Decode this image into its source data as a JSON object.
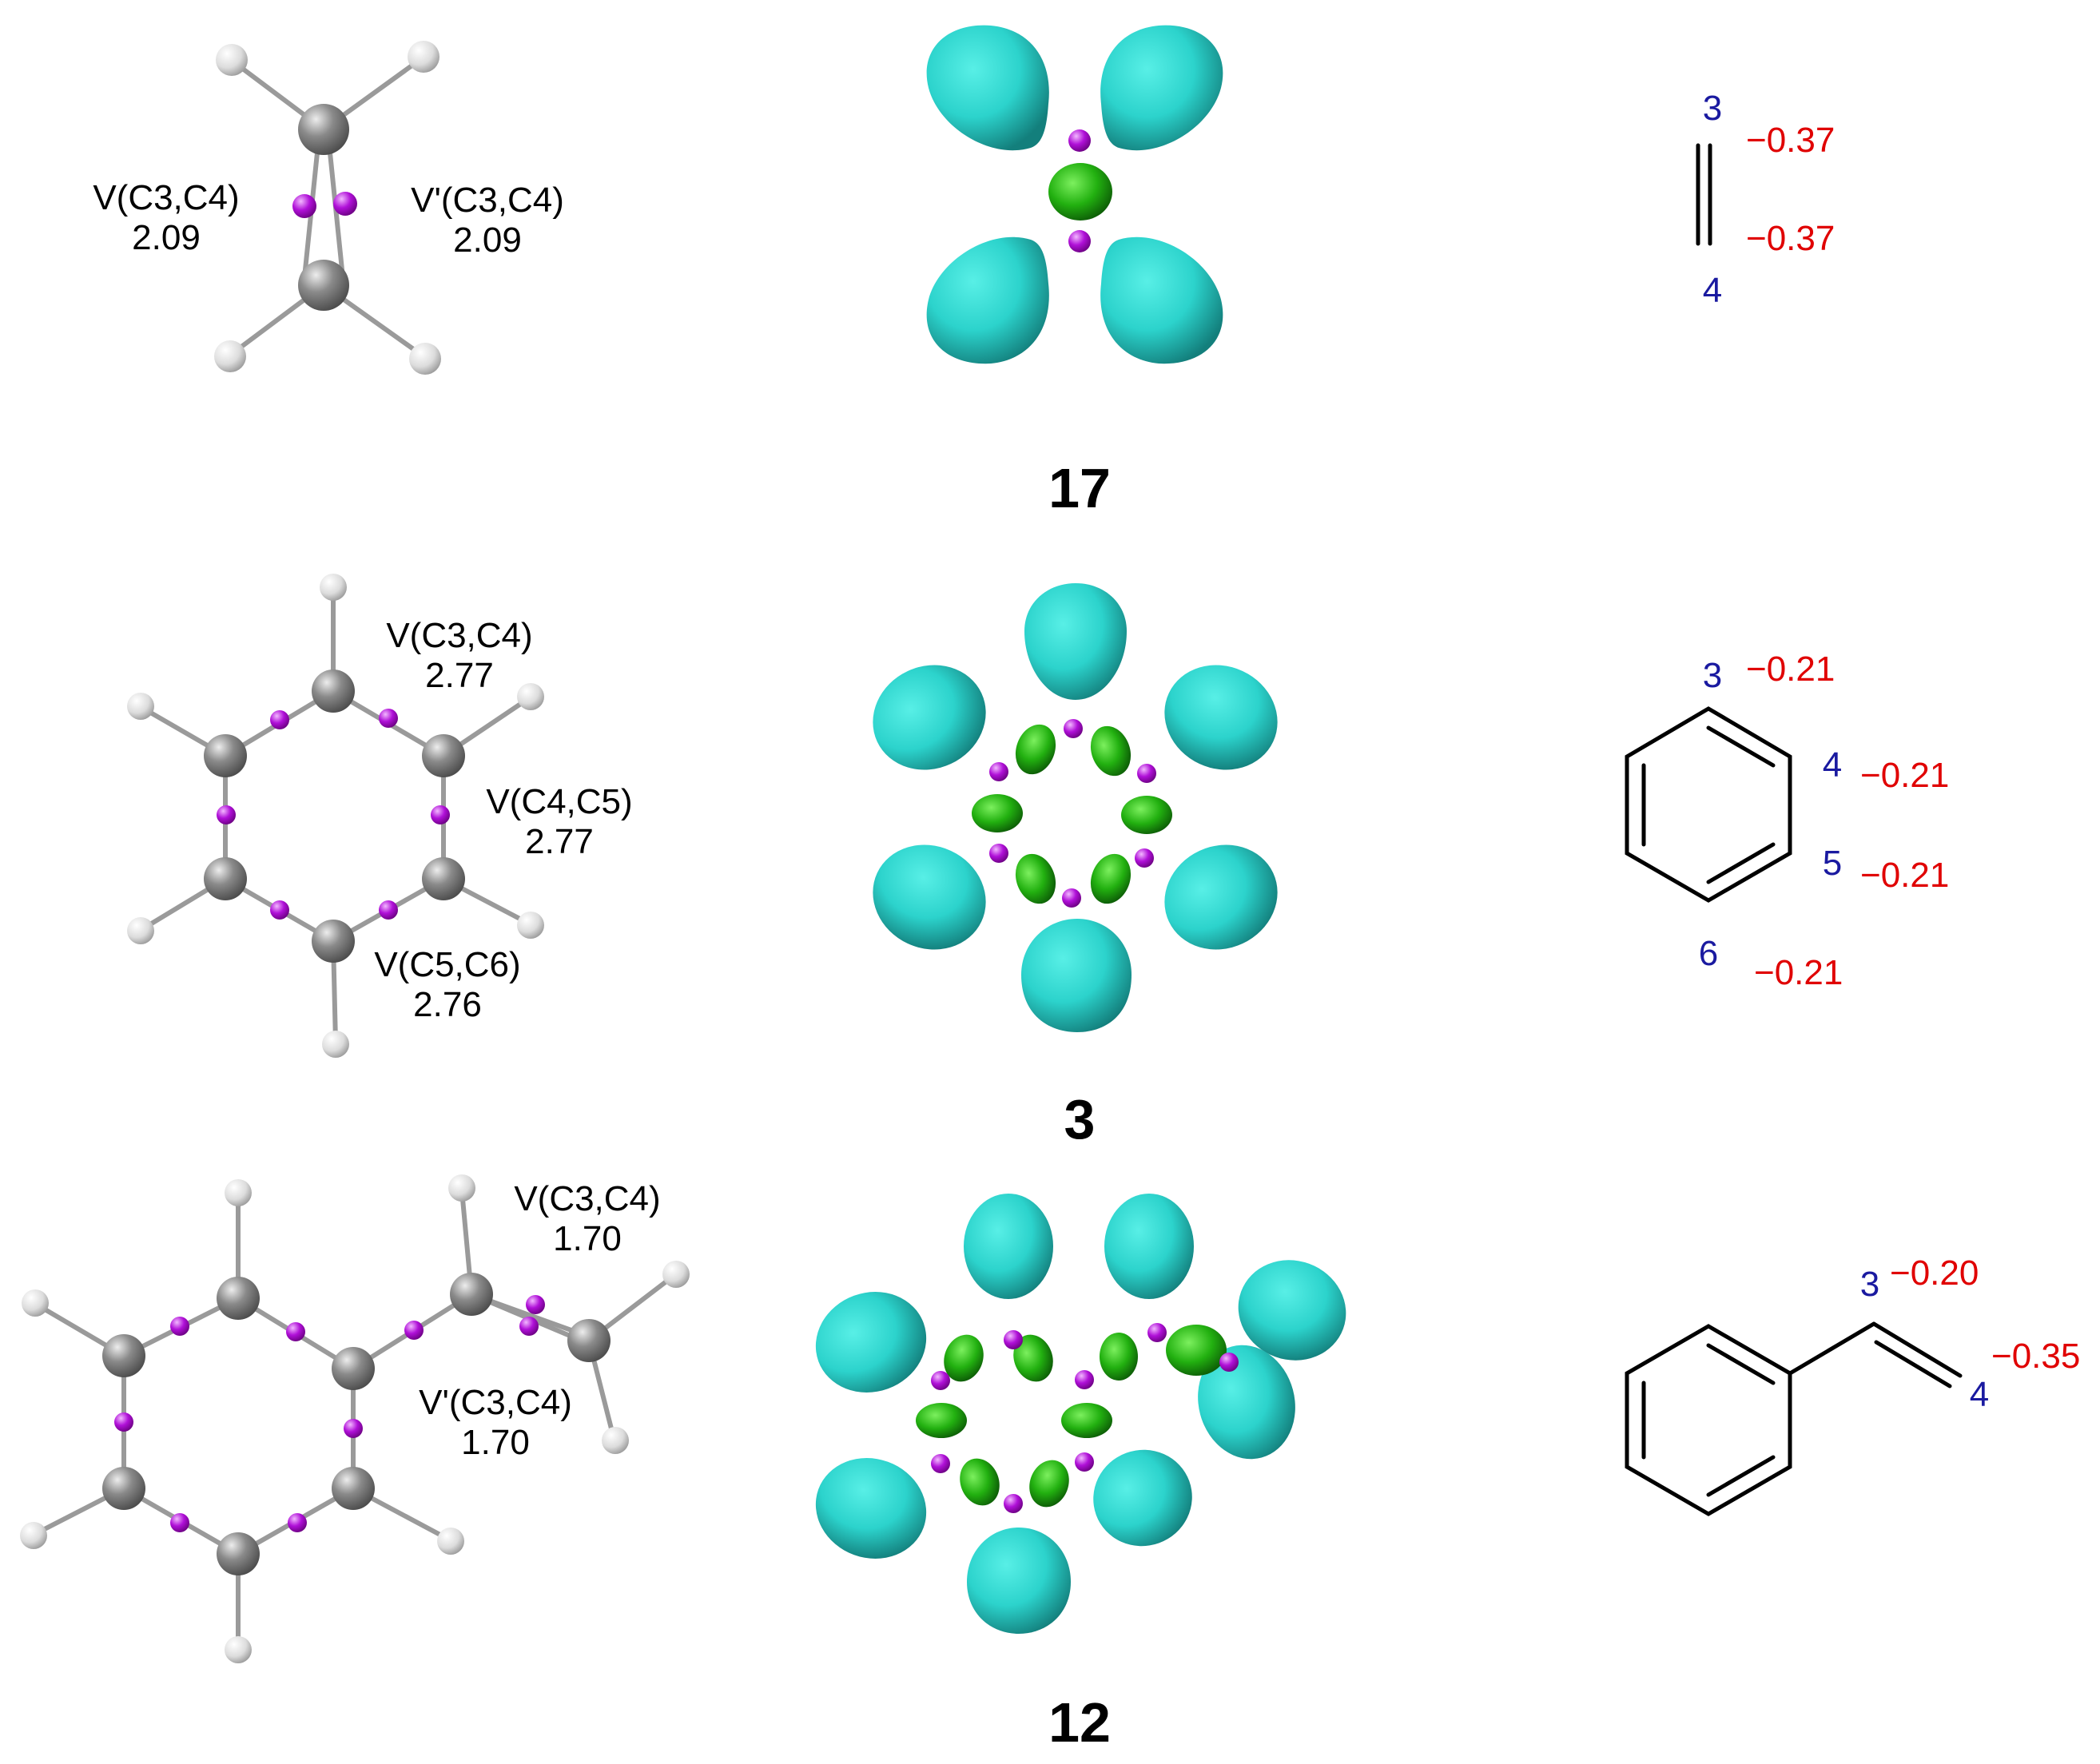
{
  "rows": [
    {
      "compound": "17",
      "basins": [
        {
          "name": "V(C3,C4)",
          "value": "2.09"
        },
        {
          "name": "V'(C3,C4)",
          "value": "2.09"
        }
      ],
      "atoms": [
        "3",
        "4"
      ],
      "charges": [
        "−0.37",
        "−0.37"
      ]
    },
    {
      "compound": "3",
      "basins": [
        {
          "name": "V(C3,C4)",
          "value": "2.77"
        },
        {
          "name": "V(C4,C5)",
          "value": "2.77"
        },
        {
          "name": "V(C5,C6)",
          "value": "2.76"
        }
      ],
      "atoms": [
        "3",
        "4",
        "5",
        "6"
      ],
      "charges": [
        "−0.21",
        "−0.21",
        "−0.21",
        "−0.21"
      ]
    },
    {
      "compound": "12",
      "basins": [
        {
          "name": "V(C3,C4)",
          "value": "1.70"
        },
        {
          "name": "V'(C3,C4)",
          "value": "1.70"
        }
      ],
      "atoms": [
        "3",
        "4"
      ],
      "charges": [
        "−0.20",
        "−0.35"
      ]
    }
  ],
  "colors": {
    "carbon": "#7a7a7a",
    "hydrogen": "#e8e8e8",
    "attractor": "#b010d8",
    "monosynaptic_basin": "#2cd3cc",
    "disynaptic_basin": "#22b010",
    "atom_number": "#1a1aa0",
    "charge": "#e00000"
  }
}
